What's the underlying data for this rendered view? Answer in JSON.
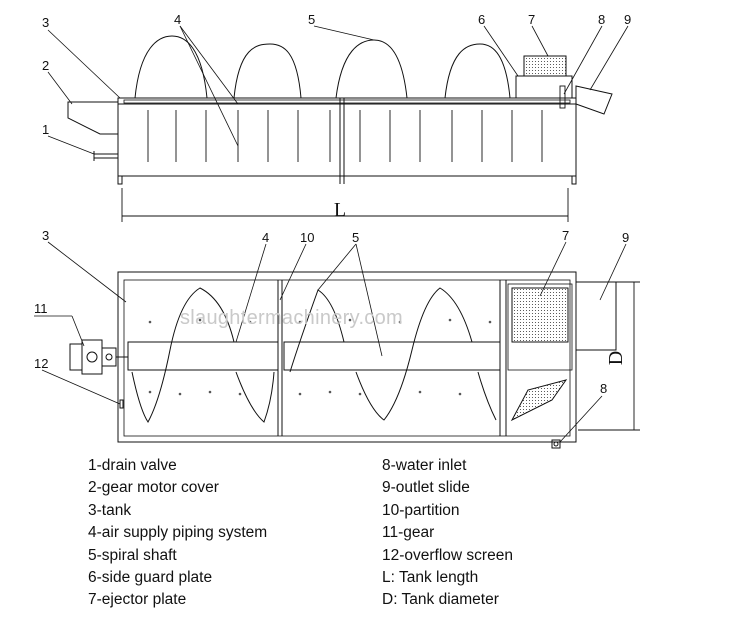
{
  "callouts": {
    "top": [
      "1",
      "2",
      "3",
      "4",
      "5",
      "6",
      "7",
      "8",
      "9"
    ],
    "bottom": [
      "3",
      "4",
      "10",
      "5",
      "7",
      "9",
      "11",
      "12",
      "8"
    ]
  },
  "dimensions": {
    "length": "L",
    "diameter": "D"
  },
  "watermark": "slaughtermachinery.com",
  "legend": {
    "left": [
      "1-drain valve",
      "2-gear motor cover",
      "3-tank",
      "4-air supply piping system",
      "5-spiral shaft",
      "6-side guard plate",
      "7-ejector plate"
    ],
    "right": [
      "8-water inlet",
      "9-outlet slide",
      "10-partition",
      "11-gear",
      "12-overflow screen",
      "L: Tank length",
      "D: Tank diameter"
    ]
  }
}
